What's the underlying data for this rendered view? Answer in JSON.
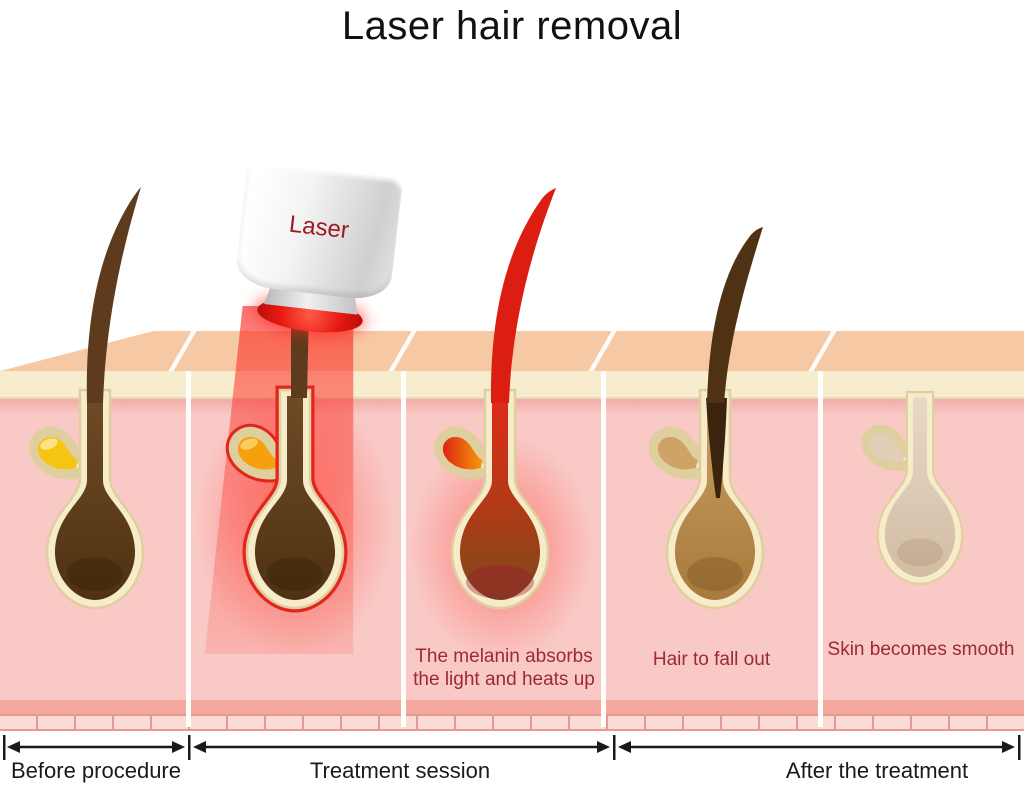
{
  "title": "Laser hair removal",
  "laser": {
    "label": "Laser"
  },
  "panels": [
    {
      "id": "before-procedure",
      "caption": ""
    },
    {
      "id": "laser-applied",
      "caption": ""
    },
    {
      "id": "melanin-heats",
      "caption": "The melanin absorbs the light and heats up"
    },
    {
      "id": "hair-falls-out",
      "caption": "Hair to fall out"
    },
    {
      "id": "smooth-skin",
      "caption": "Skin becomes smooth"
    }
  ],
  "stages": [
    {
      "label": "Before procedure"
    },
    {
      "label": "Treatment session"
    },
    {
      "label": "After the treatment"
    }
  ],
  "colors": {
    "background": "#ffffff",
    "title_text": "#111111",
    "caption_red": "#9c2838",
    "laser_label_red": "#9b1c22",
    "skin_top": "#f6c9a4",
    "epidermis": "#f8ecce",
    "epidermis_edge": "#ead9b2",
    "salmon_band": "#f1aca6",
    "dermis": "#f9c9c6",
    "dermis_deep": "#f4a79e",
    "tile_bg": "#fbdbd6",
    "tile_line": "#e59a90",
    "follicle_wall": "#f6ecca",
    "follicle_stroke": "#e0cf9e",
    "hair_brown": "#5d3b1c",
    "hair_dark": "#3a240e",
    "fallout_shaft": "#4f3214",
    "gland_yellow": "#f6c512",
    "gland_orange": "#f5a00d",
    "gland_tan": "#cfa365",
    "gland_beige": "#e2cdb6",
    "bulb_brown_top": "#6f4a26",
    "bulb_brown_bottom": "#4e3212",
    "hot_red": "#e3261d",
    "hot_hair": "#dc1d12",
    "hot_bulb_top": "#e02a1c",
    "hot_bulb_bottom": "#7c4a1c",
    "tan_bulb_top": "#cb9f63",
    "tan_bulb_bottom": "#a87a3c",
    "beige_top": "#e9d8c6",
    "beige_bottom": "#d2bca4",
    "laser_body_dark": "#cfcfcf",
    "lens_red": "#e81812",
    "beam_red": "rgba(251,44,38,0.66)",
    "arrow_black": "#1a1a1a"
  }
}
